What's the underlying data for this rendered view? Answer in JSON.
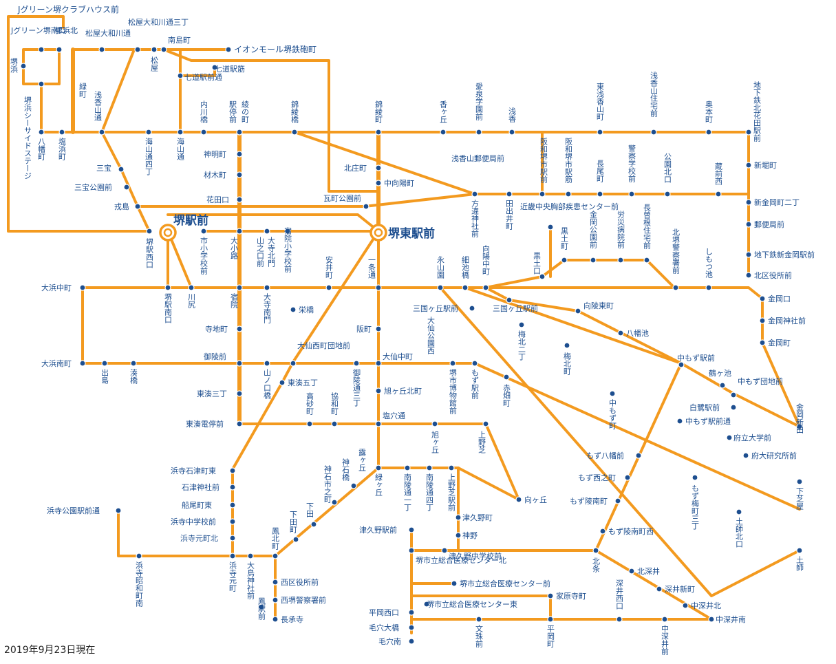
{
  "map": {
    "route_color": "#f39a1f",
    "stop_color": "#1d4e8f",
    "label_color": "#1d4e8f",
    "hubs": {
      "sakai": "堺駅前",
      "sakaihigashi": "堺東駅前"
    },
    "stops": {
      "jgreen_top": "Jグリーン堺クラブハウス前",
      "jgreen_minami": "Jグリーン堺南口",
      "sakaihama_kita": "堺浜北",
      "matsuya_owagawa": "松屋大和川通",
      "matsuya_owagawa3": "松屋大和川通三丁",
      "minamijima": "南島町",
      "aeon": "イオンモール堺鉄砲町",
      "sakaihama": "堺浜",
      "matsuya": "松屋",
      "shichido_ekimae": "七道駅前通",
      "shichido_eki": "七道駅筋",
      "ryokumachi": "緑町",
      "stage": "堺浜シーサイドステージ",
      "asakayamadori": "浅香山通",
      "uchikawabashi": "内川橋",
      "teishamae": "駅停前",
      "ryonocho": "綾の町",
      "nishikiaya": "錦綾橋",
      "nishikiaya2": "錦綾町",
      "kagaokacho": "香ヶ丘",
      "aisen_kaikan": "愛泉学園前",
      "asaka": "浅香",
      "higashi_asakayama": "東浅香山町",
      "asakayama_jutaku": "浅香山住宅前",
      "okumotocho": "奥本町",
      "kitahanada": "地下鉄北花田駅前",
      "yawatacho": "八幡町",
      "shiohamacho": "塩浜町",
      "kaisandori4": "海山通四丁",
      "kaisandori": "海山通",
      "sanpou": "三宝",
      "sanpou_koen": "三宝公園前",
      "jimmeicho": "神明町",
      "zaimokucho": "材木町",
      "kitashojo": "北庄町",
      "nakamukai": "中向陽町",
      "asakayama_yubin": "浅香山郵便局前",
      "hanwa_sakaishi": "阪和堺市駅前",
      "hanwa_sakaishi2": "阪和堺市駅筋",
      "nagaocho": "長尾町",
      "keisatsu_gakko": "警察学校前",
      "koen_kita": "公園北口",
      "kuramae_nishi": "蔵前西",
      "shinhoricho": "新堀町",
      "kanaoka2": "新金岡町二丁",
      "yubinkyoku": "郵便局前",
      "chikatetsu_kanaoka": "地下鉄新金岡駅前",
      "kitaku_yakusho": "北区役所前",
      "hanadaguchi": "花田口",
      "kawaracho_koen": "瓦町公園前",
      "eijima": "戎島",
      "hojinja": "方違神社前",
      "tadeicho": "田出井町",
      "kinki_center": "近畿中央胸部疾患センター前",
      "sakai_nishiguchi": "堺駅西口",
      "shishogakko": "市小学校前",
      "oshoji": "大小路",
      "oderakitamon": "大寺北門",
      "yamanokuchi": "山之口前",
      "shukuin_sho": "宿院小学校前",
      "kurotsuchi": "黒土町",
      "kanaoka_koen": "金岡公園前",
      "rosai": "労災病院前",
      "nagasone": "長曽根住宅前",
      "kitasakai_keisatsu": "北堺警察署前",
      "shimotsuike": "しもつ池",
      "ohama_naka": "大浜中町",
      "sakai_minami": "堺駅南口",
      "kawajiri": "川尻",
      "shukuin": "宿院",
      "oderaminamimon": "大寺南門",
      "yasuicho": "安井町",
      "ichijodori": "一条通",
      "eizan": "永山園",
      "hosoi": "細池橋",
      "mukai_naka": "向陽中町",
      "kurotsuchiguchi": "黒土口",
      "kanaokaguchi": "金岡口",
      "kanaoka_jinja": "金岡神社前",
      "kanaokacho": "金岡町",
      "eitaibashi": "栄橋",
      "sangaoka_eki": "三国ヶ丘駅前",
      "sangaoka_eki2": "三国ヶ丘駅前",
      "mukaihigashi": "向陵東町",
      "hachimanike": "八幡池",
      "terajicho": "寺地町",
      "hanmachi": "阪町",
      "daisen_koen": "大仙公園西",
      "umekita2": "梅北二丁",
      "umekita": "梅北町",
      "ohama_minami": "大浜南町",
      "deshima": "出島",
      "minatobashi": "湊橋",
      "goryomae": "御陵前",
      "daisen_nishi": "大仙西町団地前",
      "daisen_naka": "大仙中町",
      "sakai_hakubutsukan": "堺市博物館前",
      "mozu_eki": "もず駅前",
      "akabatacho": "赤畑町",
      "nakamozu_eki": "中もず駅前",
      "tsuruike": "鶴ヶ池",
      "nakamozu_danchi": "中もず団地前",
      "yamanokuchibashi": "山ノ口橋",
      "higashiminato5": "東湊五丁",
      "goryodori3": "御陵通三丁",
      "nakamozu_cho": "中もず町",
      "hakucho": "白鷺駅前",
      "nakamozu_ekidori": "中もず駅前通",
      "higashiminato3": "東湊三丁",
      "takasagocho": "高砂町",
      "kyowacho": "協和町",
      "asahigaoka_kita": "旭ヶ丘北町",
      "kanaoka_shinden": "金岡新田",
      "fudai": "府立大学前",
      "higashiminato_teisha": "東湊電停前",
      "shiodori": "塩穴通",
      "asahigaoka": "旭ヶ丘",
      "ueno_shiba": "上野芝",
      "fudai_kenkyu": "府大研究所前",
      "mozu_hachiman": "もず八幡前",
      "shimoshiba": "下芝屋",
      "hamadera_ishizu": "浜寺石津町東",
      "ishizu_jinja": "石津神社前",
      "funaocho": "船尾町東",
      "kamiishi4": "神石市之町",
      "kamiishibashi": "神石橋",
      "tsuyugaoka": "露ヶ丘",
      "midorigaoka": "緑ヶ丘",
      "nanryo1": "南陵通一丁",
      "nanryo4": "南陵通四丁",
      "uenoshiba_eki": "上野芝駅前",
      "mozu_nishi": "もず西之町",
      "mozu_umecho3": "もず梅町三丁",
      "hamadera_chugaku": "浜寺中学校前",
      "mozu_ryonan": "もず陵南町",
      "hamadera_koen": "浜寺公園駅前通",
      "shimoda": "下田",
      "shimodacho": "下田町",
      "tsukuno_cho": "津久野町",
      "mukaigaoka": "向ヶ丘",
      "dosukita": "土師北口",
      "hamadera_moto": "浜寺元町北",
      "otoridai": "鳳北町",
      "jinno": "神野",
      "mozu_ryonan_nishi": "もず陵南町西",
      "tsukuno_eki": "津久野駅前",
      "dosu": "土師",
      "hamadera_showa": "浜寺昭和町南",
      "hamadera_motomachi": "浜寺元町",
      "otori_jinja": "大鳥神社前",
      "sakaishiritsu_kita": "堺市立総合医療センター北",
      "tsukuno_chugaku": "津久野中学校前",
      "hojo": "北条",
      "kitafukai": "北深井",
      "nishiku_yakusho": "西区役所前",
      "iryo_mae": "堺市立総合医療センター前",
      "fukai_shinmachi": "深井新町",
      "nishisakai_keisatsu": "西堺警察署前",
      "iryo_higashi": "堺市立総合医療センター東",
      "kabaraji": "家原寺町",
      "fukai_nishi": "深井西口",
      "nakafukai_kita": "中深井北",
      "otori_eki": "鳳駅前",
      "choshoji": "長承寺",
      "hiraoka_nishi": "平岡西口",
      "keana_ohashi": "毛穴大橋",
      "keana_minami": "毛穴南",
      "monju": "文珠前",
      "hiraoka": "平岡町",
      "nakafukai": "中深井南",
      "nakafukaii": "中深井前"
    }
  },
  "footer": {
    "date": "2019年9月23日現在"
  }
}
